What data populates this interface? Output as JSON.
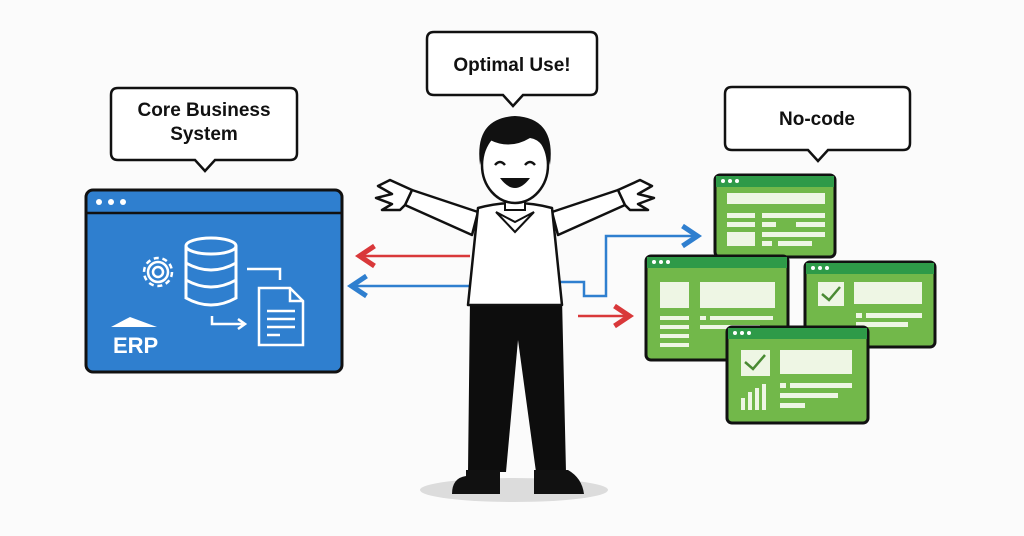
{
  "bubbles": {
    "core_line1": "Core Business",
    "core_line2": "System",
    "optimal": "Optimal Use!",
    "nocode": "No-code"
  },
  "erp": {
    "label": "ERP"
  },
  "colors": {
    "erp_blue": "#2f7fcf",
    "nocode_green": "#72b84a",
    "titlebar_green": "#2e9a48",
    "arrow_red": "#d9383a",
    "arrow_blue": "#2f7fcf"
  }
}
